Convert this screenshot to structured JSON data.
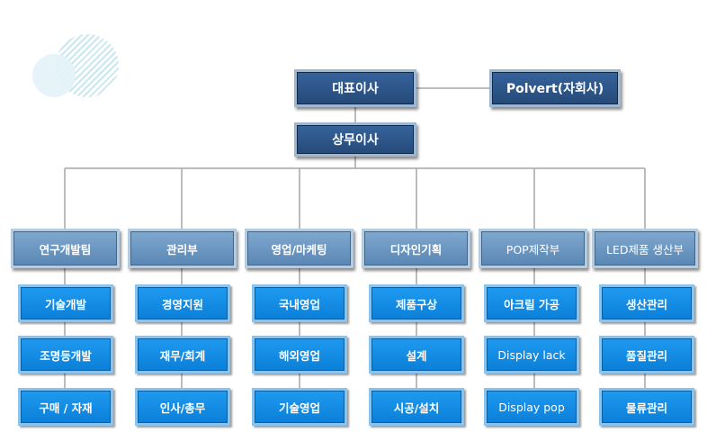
{
  "org": {
    "ceo": "대표이사",
    "subsidiary": "Polvert(자회사)",
    "managing_director": "상무이사",
    "departments": [
      {
        "name": "연구개발팀",
        "subs": [
          "기술개발",
          "조명등개발",
          "구매 / 자재"
        ]
      },
      {
        "name": "관리부",
        "subs": [
          "경영지원",
          "재무/회계",
          "인사/총무"
        ]
      },
      {
        "name": "영업/마케팅",
        "subs": [
          "국내영업",
          "해외영업",
          "기술영업"
        ]
      },
      {
        "name": "디자인기획",
        "subs": [
          "제품구상",
          "설계",
          "시공/설치"
        ]
      },
      {
        "name": "POP제작부",
        "subs": [
          "아크릴 가공",
          "Display lack",
          "Display pop"
        ]
      },
      {
        "name": "LED제품 생산부",
        "subs": [
          "생산관리",
          "품질관리",
          "물류관리"
        ]
      }
    ]
  },
  "colors": {
    "top_box": "#2c5689",
    "dept_box": "#6d97c2",
    "sub_box": "#1590e6",
    "connector": "#a6a6a6"
  }
}
